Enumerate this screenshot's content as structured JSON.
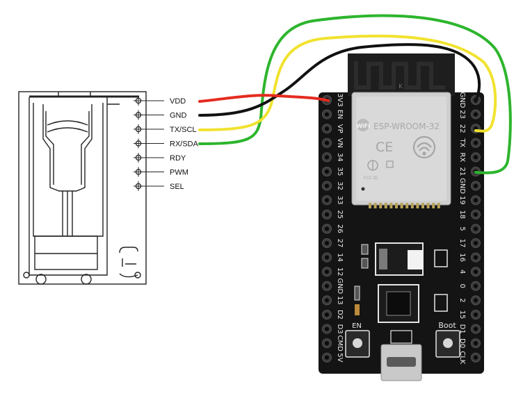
{
  "sensor": {
    "pins": [
      {
        "label": "VDD"
      },
      {
        "label": "GND"
      },
      {
        "label": "TX/SCL"
      },
      {
        "label": "RX/SDA"
      },
      {
        "label": "RDY"
      },
      {
        "label": "PWM"
      },
      {
        "label": "SEL"
      }
    ]
  },
  "board": {
    "module_brand": "WiFi",
    "module_name": "ESP-WROOM-32",
    "fcc_label": "FCC ID",
    "ce_mark": "CE",
    "k_mark": "K",
    "left_pins": [
      "3V3",
      "EN",
      "VP",
      "VN",
      "34",
      "35",
      "32",
      "33",
      "25",
      "26",
      "27",
      "14",
      "12",
      "GND",
      "13",
      "D2",
      "D3",
      "CMD",
      "5V"
    ],
    "right_pins": [
      "GND",
      "23",
      "22",
      "TX",
      "RX",
      "21",
      "GND",
      "19",
      "18",
      "5",
      "17",
      "16",
      "4",
      "0",
      "2",
      "15",
      "D1",
      "D0",
      "CLK"
    ],
    "en_button_label": "EN",
    "boot_button_label": "Boot"
  },
  "wires": [
    {
      "from": "VDD",
      "to": "3V3",
      "color": "#e52b1f"
    },
    {
      "from": "GND",
      "to": "GND",
      "color": "#111111"
    },
    {
      "from": "TX/SCL",
      "to": "22",
      "color": "#f1e22f"
    },
    {
      "from": "RX/SDA",
      "to": "21",
      "color": "#2db52d"
    }
  ]
}
